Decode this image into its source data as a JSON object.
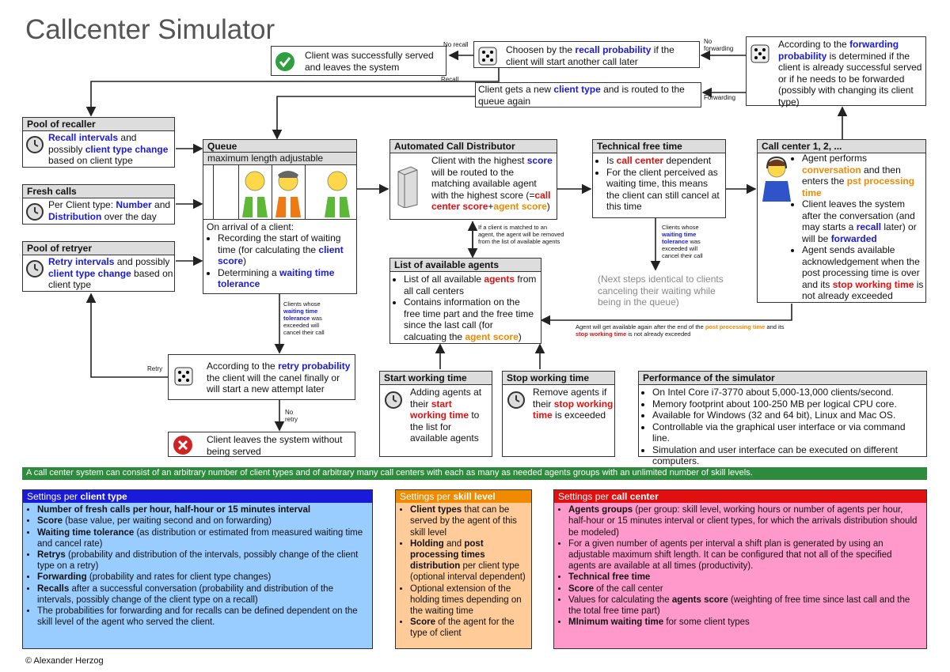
{
  "title": "Callcenter Simulator",
  "copyright": "© Alexander Herzog",
  "success": {
    "text": "Client was successfully served and leaves the system"
  },
  "recall_prob": {
    "pre": "Choosen by the ",
    "hl": "recall probability",
    "post": " if the client will start another call later"
  },
  "forwarding_prob": {
    "pre": "According to the ",
    "hl": "forwarding probability",
    "post": " is determined if the client is already successful served or if he needs to be forwarded (possibly with changing its client type)"
  },
  "new_type": {
    "pre": "Client gets a new ",
    "hl": "client type",
    "post": " and is routed to the queue again"
  },
  "labels": {
    "no_recall": "No recall",
    "recall": "Recall",
    "no_forwarding": "No forwarding",
    "forwarding": "Forwarding",
    "retry": "Retry",
    "no_retry": "No retry"
  },
  "pool_recaller": {
    "header": "Pool of recaller",
    "hl1": "Recall intervals",
    "t1": " and possibly ",
    "hl2": "client type change",
    "t2": " based on client type"
  },
  "fresh_calls": {
    "header": "Fresh calls",
    "t1": "Per Client type: ",
    "hl1": "Number",
    "t2": " and ",
    "hl2": "Distribution",
    "t3": " over the day"
  },
  "pool_retryer": {
    "header": "Pool of retryer",
    "hl1": "Retry intervals",
    "t1": " and possibly ",
    "hl2": "client type change",
    "t2": " based on client type"
  },
  "queue": {
    "header": "Queue",
    "sub": "maximum length adjustable",
    "arrival": "On arrival of a client:",
    "b1a": "Recording the start of waiting time (for calculating the ",
    "b1hl": "client score",
    "b1b": ")",
    "b2a": "Determining a ",
    "b2hl": "waiting time tolerance"
  },
  "acd": {
    "header": "Automated Call Distributor",
    "t1": "Client with the highest ",
    "hl1": "score",
    "t2": " will be routed to the matching available agent with the highest score (=",
    "hl2": "call center score",
    "t3": "+",
    "hl3": "agent score",
    "t4": ")"
  },
  "tech_free": {
    "header": "Technical free time",
    "b1a": "Is ",
    "b1hl": "call center",
    "b1b": " dependent",
    "b2": "For the client perceived as waiting time, this means the client can still cancel at this time"
  },
  "call_center": {
    "header": "Call center 1, 2, ...",
    "b1a": "Agent performs ",
    "b1hl": "conversation",
    "b1b": " and then enters the ",
    "b1hl2": "pst processing time",
    "b2a": "Client leaves the system after the conversation (and may starts a ",
    "b2hl": "recall",
    "b2b": " later) or will be ",
    "b2hl2": "forwarded",
    "b3a": "Agent sends available acknowledgement when the post processing time is over and its ",
    "b3hl": "stop working time",
    "b3b": " is not already exceeded"
  },
  "avail_agents": {
    "header": "List of available agents",
    "b1a": "List of all available ",
    "b1hl": "agents",
    "b1b": " from all call centers",
    "b2a": "Contains information on the free time part and the free time since the last call (for calcuating the ",
    "b2hl": "agent score",
    "b2b": ")"
  },
  "notes": {
    "matched": "If a client is matched to an agent, the agent will be removed from the list of available agents",
    "whose1a": "Clients whose ",
    "whose1hl": "waiting time tolerance",
    "whose1b": " was exceeded will cancel their call",
    "whose2a": "Clients whose ",
    "whose2hl": "waiting time tolerance",
    "whose2b": " was exceeded will cancel their call",
    "available_a": "Agent will get available again after the end of the ",
    "available_hl": "post processing time",
    "available_b": " and its ",
    "available_hl2": "stop working time",
    "available_c": " is not already exceeded",
    "next_steps": "(Next steps identical to clients canceling their waiting while being in the queue)"
  },
  "retry_prob": {
    "pre": "According to the ",
    "hl": "retry probability",
    "post": " the client will the canel finally or will start a new attempt later"
  },
  "leaves": {
    "text": "Client leaves the system without being served"
  },
  "start_work": {
    "header": "Start working time",
    "t1": "Adding agents at their ",
    "hl": "start working time",
    "t2": " to the list for available agents"
  },
  "stop_work": {
    "header": "Stop working time",
    "t1": "Remove agents if their ",
    "hl": "stop working time",
    "t2": " is exceeded"
  },
  "performance": {
    "header": "Performance of the simulator",
    "items": [
      "On Intel Core i7-3770 about 5,000-13,000 clients/second.",
      "Memory footprint about 100-250 MB per logical CPU core.",
      "Available for Windows (32 and 64 bit), Linux and Mac OS.",
      "Controllable via the graphical user interface or via command line.",
      "Simulation and user interface can be executed on different computers."
    ]
  },
  "green_bar": "A call center system can consist of an arbitrary number of client types and of arbitrary many call centers with each as many as needed agents groups with an unlimited number of skill levels.",
  "settings_client": {
    "hdr_pre": "Settings per ",
    "hdr_b": "client type",
    "items": [
      {
        "b": "Number of fresh calls per hour, half-hour or 15 minutes interval",
        "t": ""
      },
      {
        "b": "Score",
        "t": " (base value, per waiting second and on forwarding)"
      },
      {
        "b": "Waiting time tolerance",
        "t": " (as distribution or estimated from measured waiting time and cancel rate)"
      },
      {
        "b": "Retrys",
        "t": " (probability and distribution of the intervals, possibly change of the client type on a retry)"
      },
      {
        "b": "Forwarding",
        "t": " (probability and rates for client type changes)"
      },
      {
        "b": "Recalls",
        "t": " after a successful conversation (probability and distribution of the intervals, possibly change of the client type on a recall)"
      },
      {
        "b": "",
        "t": "The probabilities for forwarding and for recalls can be defined dependent on the skill level of the agent who served the client."
      }
    ]
  },
  "settings_skill": {
    "hdr_pre": "Settings per ",
    "hdr_b": "skill level",
    "items": [
      {
        "b": "Client types",
        "t": " that can be served by the agent of this skill level"
      },
      {
        "b": "Holding",
        "t": " and ",
        "b2": "post processing times distribution",
        "t2": " per client type (optional interval dependent)"
      },
      {
        "b": "",
        "t": "Optional extension of the holding times depending on the waiting time"
      },
      {
        "b": "Score",
        "t": " of the agent for the type of client"
      }
    ]
  },
  "settings_cc": {
    "hdr_pre": "Settings per ",
    "hdr_b": "call center",
    "items": [
      {
        "b": "Agents groups",
        "t": " (per group: skill level, working hours or number of agents per hour, half-hour or 15 minutes interval or client types, for which the arrivals distribution should be modeled)"
      },
      {
        "b": "",
        "t": "For a given number of agents per interval a shift plan is generated by using an adjustable maximum shift length. It can be configured that not all of the specified agents are available at all times (productivity)."
      },
      {
        "b": "Technical free time",
        "t": ""
      },
      {
        "b": "Score",
        "t": " of the call center"
      },
      {
        "b": "",
        "t": "Values for calculating the ",
        "b2": "agents score",
        "t2": " (weighting of free time since last call and the the total free time part)"
      },
      {
        "b": "MInimum waiting time",
        "t": " for some client types"
      }
    ]
  },
  "colors": {
    "client": "#99ccff",
    "client_hdr": "#1a1adb",
    "skill": "#ffcc99",
    "skill_hdr": "#f08a00",
    "cc": "#ff99cc",
    "cc_hdr": "#e01010",
    "green": "#2e8b3e"
  }
}
